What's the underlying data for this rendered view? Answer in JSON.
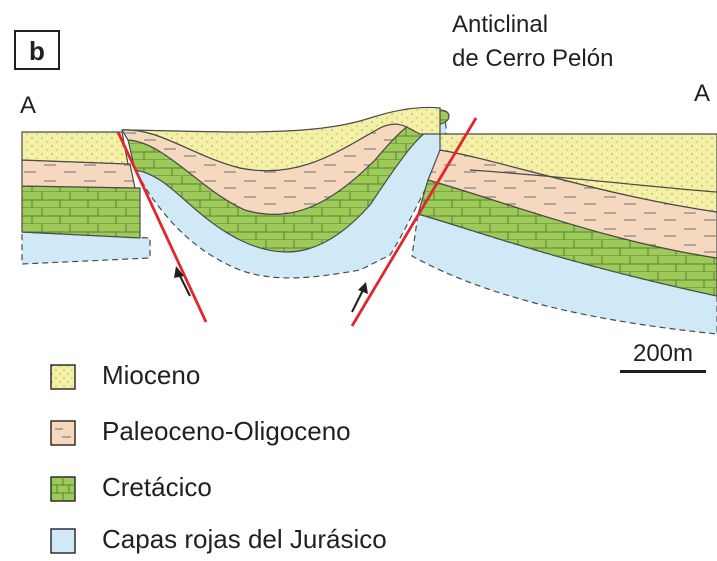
{
  "panel_label": "b",
  "section": {
    "start_label": "A",
    "end_label": "A"
  },
  "anticline": {
    "line1": "Anticlinal",
    "line2": "de Cerro Pelón"
  },
  "scale": {
    "label": "200m"
  },
  "legend": [
    {
      "label": "Mioceno",
      "color": "#f4f0a6",
      "pattern": "dots"
    },
    {
      "label": "Paleoceno-Oligoceno",
      "color": "#f5d8bd",
      "pattern": "dashes"
    },
    {
      "label": "Cretácico",
      "color": "#9ccb5a",
      "pattern": "bricks"
    },
    {
      "label": "Capas rojas del Jurásico",
      "color": "#cfe9f6",
      "pattern": "plain"
    }
  ],
  "colors": {
    "fault": "#e1262d",
    "outline": "#4b4b4b"
  }
}
